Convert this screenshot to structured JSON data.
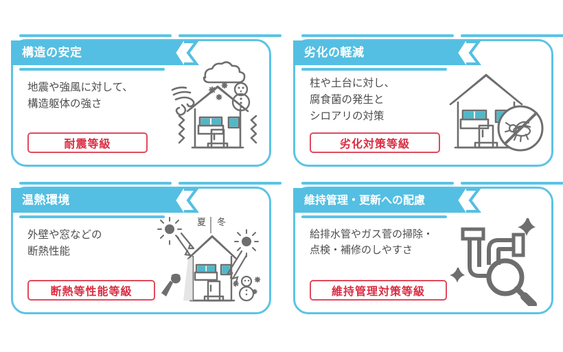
{
  "page": {
    "title": "住宅性能表示 4項目",
    "colors": {
      "ribbon": "#54bfe2",
      "border": "#5cc3e6",
      "badge_border": "#e04a5c",
      "badge_text": "#d92d42",
      "body_text": "#4d4d4d",
      "illustration_line": "#6e6e6e",
      "window_accent": "#4fb8c9"
    }
  },
  "cards": [
    {
      "id": "structure-stability",
      "ribbon_title": "構造の安定",
      "body": "地震や強風に対して、\n構造躯体の強さ",
      "badge": "耐震等級",
      "illustration": "house-earthquake-wind-snow"
    },
    {
      "id": "deterioration-reduction",
      "ribbon_title": "劣化の軽減",
      "body": "柱や土台に対し、\n腐食菌の発生と\nシロアリの対策",
      "badge": "劣化対策等級",
      "illustration": "house-no-termite"
    },
    {
      "id": "thermal-environment",
      "ribbon_title": "温熱環境",
      "body": "外壁や窓などの\n断熱性能",
      "badge": "断熱等性能等級",
      "illustration": "house-summer-winter-insulation",
      "labels": {
        "summer": "夏",
        "winter": "冬"
      }
    },
    {
      "id": "maintenance-renewal",
      "ribbon_title": "維持管理・更新への配慮",
      "body": "給排水管やガス菅の掃除・\n点検・補修のしやすさ",
      "badge": "維持管理対策等級",
      "illustration": "pipes-magnifier"
    }
  ]
}
